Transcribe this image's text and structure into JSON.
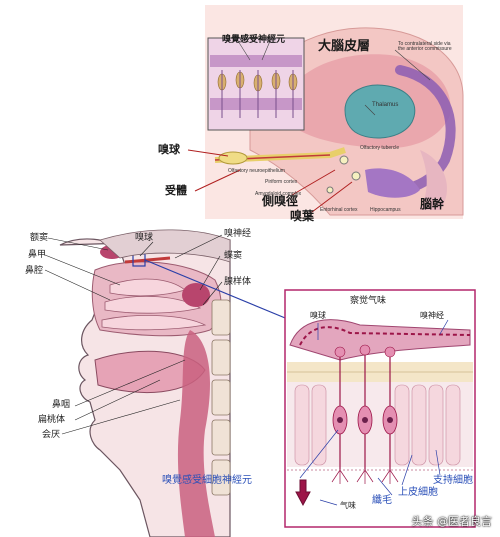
{
  "brain_panel": {
    "inset_title": "嗅覺感受神經元",
    "cerebral_cortex": "大腦皮層",
    "olfactory_bulb": "嗅球",
    "receptor": "受體",
    "lateral_olfactory_tract": "側嗅徑",
    "olfactory_lobe": "嗅葉",
    "brainstem": "腦幹",
    "en_thalamus": "Thalamus",
    "en_contralateral": "To contralateral side via the anterior commissure",
    "en_olfactory_tubercle": "Olfactory tubercle",
    "en_neuroepithelium": "Olfactory neuroepithelium",
    "en_piriform": "Piriform cortex",
    "en_amygdaloid": "Amygdaloid complex",
    "en_entorhinal": "Entorhinal cortex",
    "en_hippocampus": "Hippocampus"
  },
  "nasal_panel": {
    "frontal_sinus": "额窦",
    "nasal_concha": "鼻甲",
    "nasal_cavity": "鼻腔",
    "olfactory_bulb": "嗅球",
    "olfactory_nerve": "嗅神经",
    "sphenoid_sinus": "蝶窦",
    "adenoid": "腺样体",
    "pharynx": "鼻咽",
    "tonsil": "扁桃体",
    "epiglottis": "会厌"
  },
  "detail_panel": {
    "title": "察觉气味",
    "olfactory_bulb": "嗅球",
    "olfactory_nerve": "嗅神经",
    "olfactory_receptor_neuron": "嗅覺感受細胞神經元",
    "supporting_cell": "支持細胞",
    "epithelial_cell": "上皮細胞",
    "cilia": "纖毛",
    "odor": "气味"
  },
  "watermark": "头条 @医者良言",
  "colors": {
    "tissue_pink": "#f2c6d2",
    "deep_pink": "#c9607f",
    "nerve_yellow": "#f2e3a0",
    "ventricle_teal": "#5faab0",
    "arrow_purple": "#9c1548",
    "connector_blue": "#2a3fa8",
    "frame_magenta": "#b3276b"
  }
}
